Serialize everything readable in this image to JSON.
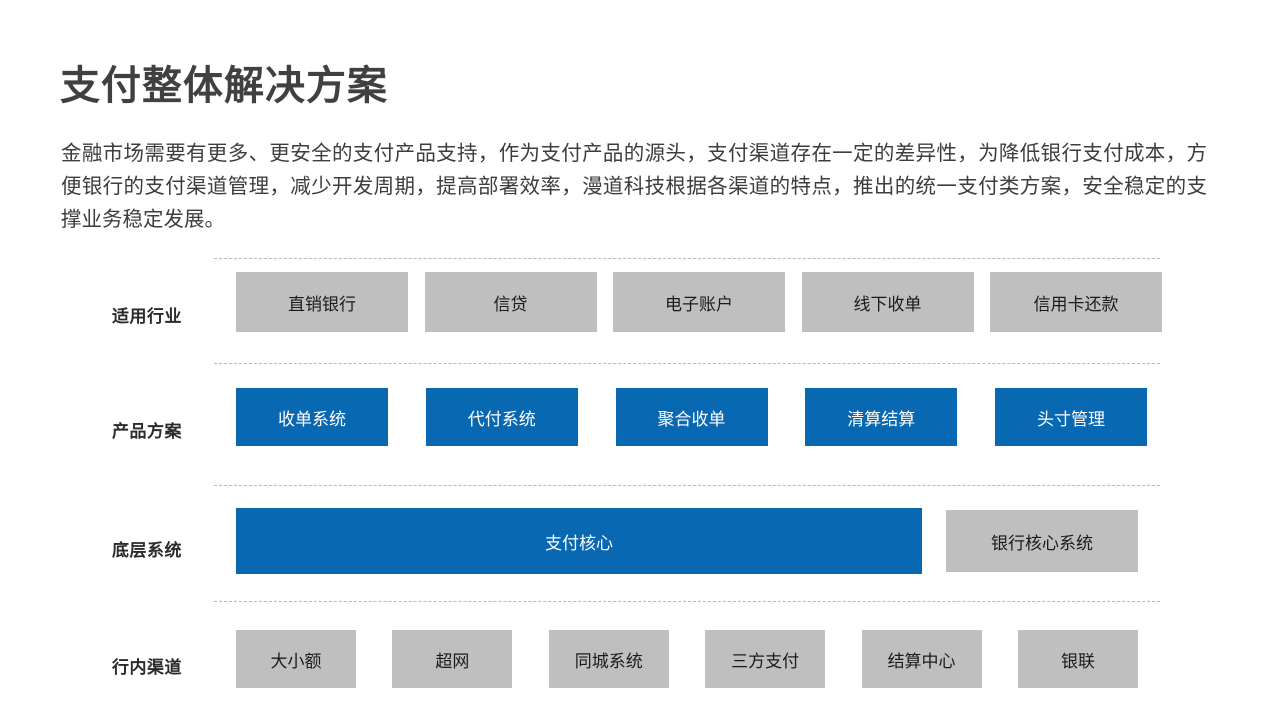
{
  "slide": {
    "title": "支付整体解决方案",
    "intro": "金融市场需要有更多、更安全的支付产品支持，作为支付产品的源头，支付渠道存在一定的差异性，为降低银行支付成本，方便银行的支付渠道管理，减少开发周期，提高部署效率，漫道科技根据各渠道的特点，推出的统一支付类方案，安全稳定的支撑业务稳定发展。",
    "colors": {
      "accent_blue": "#0868b2",
      "box_gray": "#bfbfbf",
      "title_gray": "#404040",
      "divider_gray": "#b8b8b8"
    }
  },
  "diagram": {
    "rows": [
      {
        "label": "适用行业",
        "style": "gray",
        "items": [
          {
            "label": "直销银行"
          },
          {
            "label": "信贷"
          },
          {
            "label": "电子账户"
          },
          {
            "label": "线下收单"
          },
          {
            "label": "信用卡还款"
          }
        ]
      },
      {
        "label": "产品方案",
        "style": "blue",
        "items": [
          {
            "label": "收单系统"
          },
          {
            "label": "代付系统"
          },
          {
            "label": "聚合收单"
          },
          {
            "label": "清算结算"
          },
          {
            "label": "头寸管理"
          }
        ]
      },
      {
        "label": "底层系统",
        "style": "mixed",
        "items": [
          {
            "label": "支付核心",
            "style": "blue"
          },
          {
            "label": "银行核心系统",
            "style": "gray"
          }
        ]
      },
      {
        "label": "行内渠道",
        "style": "gray",
        "items": [
          {
            "label": "大小额"
          },
          {
            "label": "超网"
          },
          {
            "label": "同城系统"
          },
          {
            "label": "三方支付"
          },
          {
            "label": "结算中心"
          },
          {
            "label": "银联"
          }
        ]
      }
    ]
  }
}
